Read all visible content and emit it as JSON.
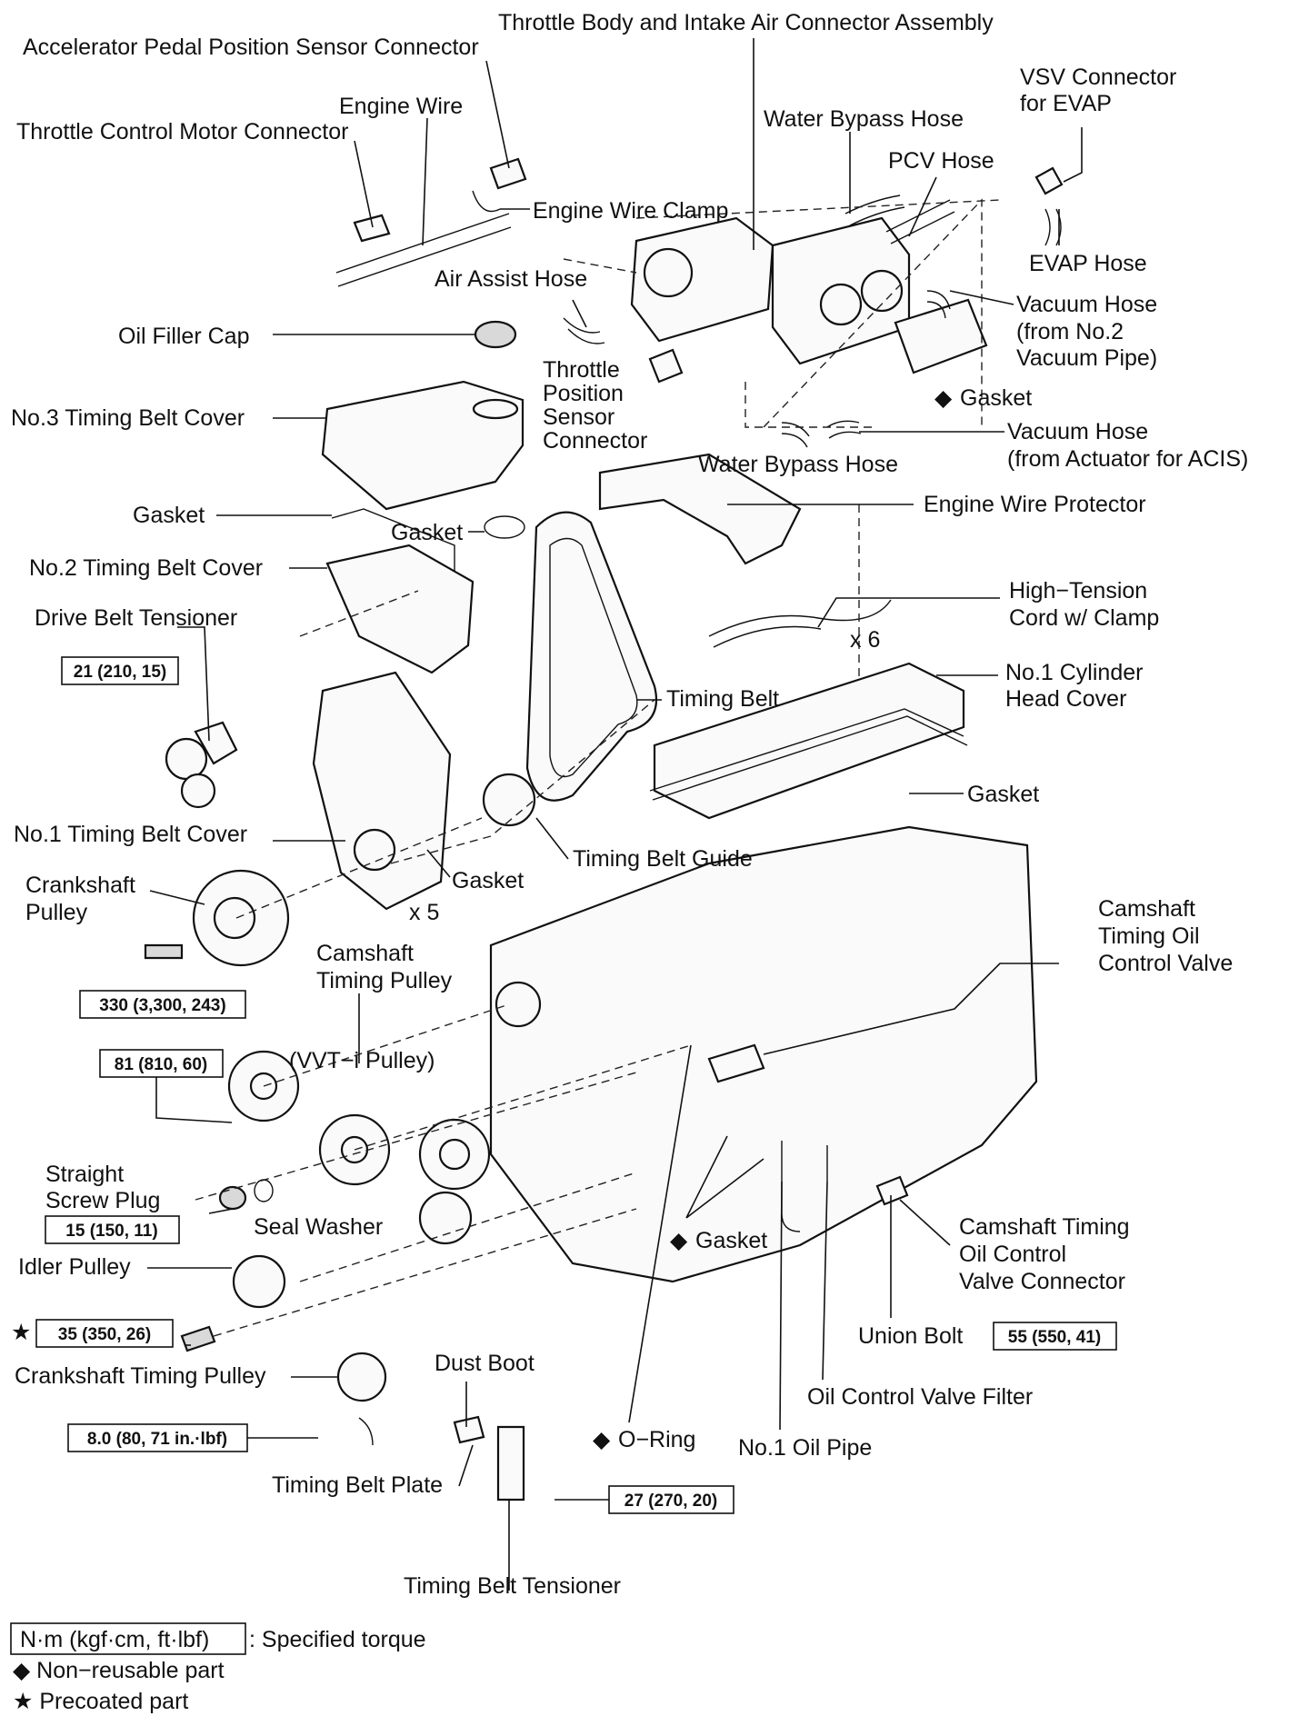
{
  "labels": {
    "throttle_body": "Throttle Body and Intake Air Connector Assembly",
    "accel_pedal": "Accelerator Pedal Position Sensor Connector",
    "engine_wire": "Engine Wire",
    "throttle_motor": "Throttle Control Motor Connector",
    "vsv_line1": "VSV Connector",
    "vsv_line2": "for EVAP",
    "water_bypass_top": "Water Bypass Hose",
    "pcv_hose": "PCV Hose",
    "engine_wire_clamp": "Engine Wire Clamp",
    "evap_hose": "EVAP Hose",
    "air_assist_hose": "Air Assist Hose",
    "vac_hose1_line1": "Vacuum Hose",
    "vac_hose1_line2": "(from No.2",
    "vac_hose1_line3": "Vacuum Pipe)",
    "oil_filler_cap": "Oil Filler Cap",
    "tps_line1": "Throttle",
    "tps_line2": "Position",
    "tps_line3": "Sensor",
    "tps_line4": "Connector",
    "gasket_intake": "Gasket",
    "no3_cover": "No.3 Timing Belt Cover",
    "vac_hose2_line1": "Vacuum Hose",
    "vac_hose2_line2": "(from Actuator for ACIS)",
    "water_bypass_bottom": "Water Bypass Hose",
    "gasket_left": "Gasket",
    "engine_wire_protector": "Engine Wire Protector",
    "gasket_cap": "Gasket",
    "no2_cover": "No.2 Timing Belt Cover",
    "ht_cord_line1": "High−Tension",
    "ht_cord_line2": "Cord w/ Clamp",
    "drive_belt_tensioner": "Drive Belt Tensioner",
    "x6": "x 6",
    "no1_head_cover_line1": "No.1 Cylinder",
    "no1_head_cover_line2": "Head Cover",
    "timing_belt": "Timing Belt",
    "gasket_head": "Gasket",
    "no1_cover": "No.1 Timing Belt Cover",
    "timing_belt_guide": "Timing Belt Guide",
    "crank_pulley_line1": "Crankshaft",
    "crank_pulley_line2": "Pulley",
    "gasket_no1": "Gasket",
    "x5": "x 5",
    "ocv_line1": "Camshaft",
    "ocv_line2": "Timing Oil",
    "ocv_line3": "Control Valve",
    "cam_pulley_line1": "Camshaft",
    "cam_pulley_line2": "Timing Pulley",
    "vvti": "(VVT−i Pulley)",
    "straight_plug_line1": "Straight",
    "straight_plug_line2": "Screw Plug",
    "seal_washer": "Seal Washer",
    "ocv_conn_line1": "Camshaft Timing",
    "ocv_conn_line2": "Oil Control",
    "ocv_conn_line3": "Valve Connector",
    "idler_pulley": "Idler Pulley",
    "gasket_ocv": "Gasket",
    "union_bolt": "Union Bolt",
    "crank_timing_pulley": "Crankshaft Timing Pulley",
    "dust_boot": "Dust Boot",
    "ocv_filter": "Oil Control Valve Filter",
    "o_ring": "O−Ring",
    "no1_oil_pipe": "No.1 Oil Pipe",
    "timing_belt_plate": "Timing Belt Plate",
    "timing_belt_tensioner": "Timing Belt Tensioner"
  },
  "torques": {
    "drive_belt": "21 (210, 15)",
    "crank_pulley": "330 (3,300, 243)",
    "cam_pulley": "81 (810, 60)",
    "plug": "15 (150, 11)",
    "idler": "35 (350, 26)",
    "union_bolt": "55 (550, 41)",
    "plate": "8.0 (80, 71 in.·lbf)",
    "tensioner": "27 (270, 20)"
  },
  "legend": {
    "torque_box": "N·m (kgf·cm, ft·lbf)",
    "torque_desc": ": Specified torque",
    "nonreusable": "◆ Non−reusable part",
    "precoated": "★ Precoated part"
  },
  "markers": {
    "diamond": "◆",
    "star": "★"
  }
}
